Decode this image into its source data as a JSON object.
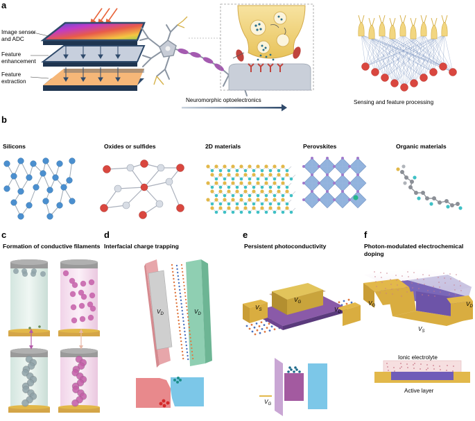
{
  "panel_a": {
    "letter": "a",
    "stack_labels": [
      "Image sensor",
      "and ADC",
      "Feature",
      "enhancement",
      "Feature",
      "extraction"
    ],
    "arrow_caption": "Neuromorphic optoelectronics",
    "network_caption": "Sensing and feature processing"
  },
  "panel_b": {
    "letter": "b",
    "materials": [
      "Silicons",
      "Oxides or sulfides",
      "2D materials",
      "Perovskites",
      "Organic materials"
    ]
  },
  "panel_c": {
    "letter": "c",
    "title": "Formation of conductive filaments"
  },
  "panel_d": {
    "letter": "d",
    "title": "Interfacial charge trapping",
    "vd1": "V",
    "vd1_sub": "D",
    "vd2": "V",
    "vd2_sub": "D"
  },
  "panel_e": {
    "letter": "e",
    "title": "Persistent photoconductivity",
    "vg_top": "V",
    "vg_top_sub": "G",
    "vs": "V",
    "vs_sub": "S",
    "vd": "V",
    "vd_sub": "D",
    "vg_bottom": "V",
    "vg_bottom_sub": "G"
  },
  "panel_f": {
    "letter": "f",
    "title_line1": "Photon-modulated electrochemical",
    "title_line2": "doping",
    "vg": "V",
    "vg_sub": "G",
    "vd": "V",
    "vd_sub": "D",
    "vs": "V",
    "vs_sub": "S",
    "ionic_label": "Ionic electrolyte",
    "active_label": "Active layer"
  },
  "colors": {
    "navy": "#2f4a6b",
    "gold": "#e2b84a",
    "neuron_gold": "#f2d680",
    "red_node": "#d9473f",
    "blue_atom": "#4b8fcf",
    "teal_atom": "#3fc0c5",
    "pink": "#e77f86",
    "light_blue": "#6fc0e8",
    "purple": "#8f5aa8"
  }
}
